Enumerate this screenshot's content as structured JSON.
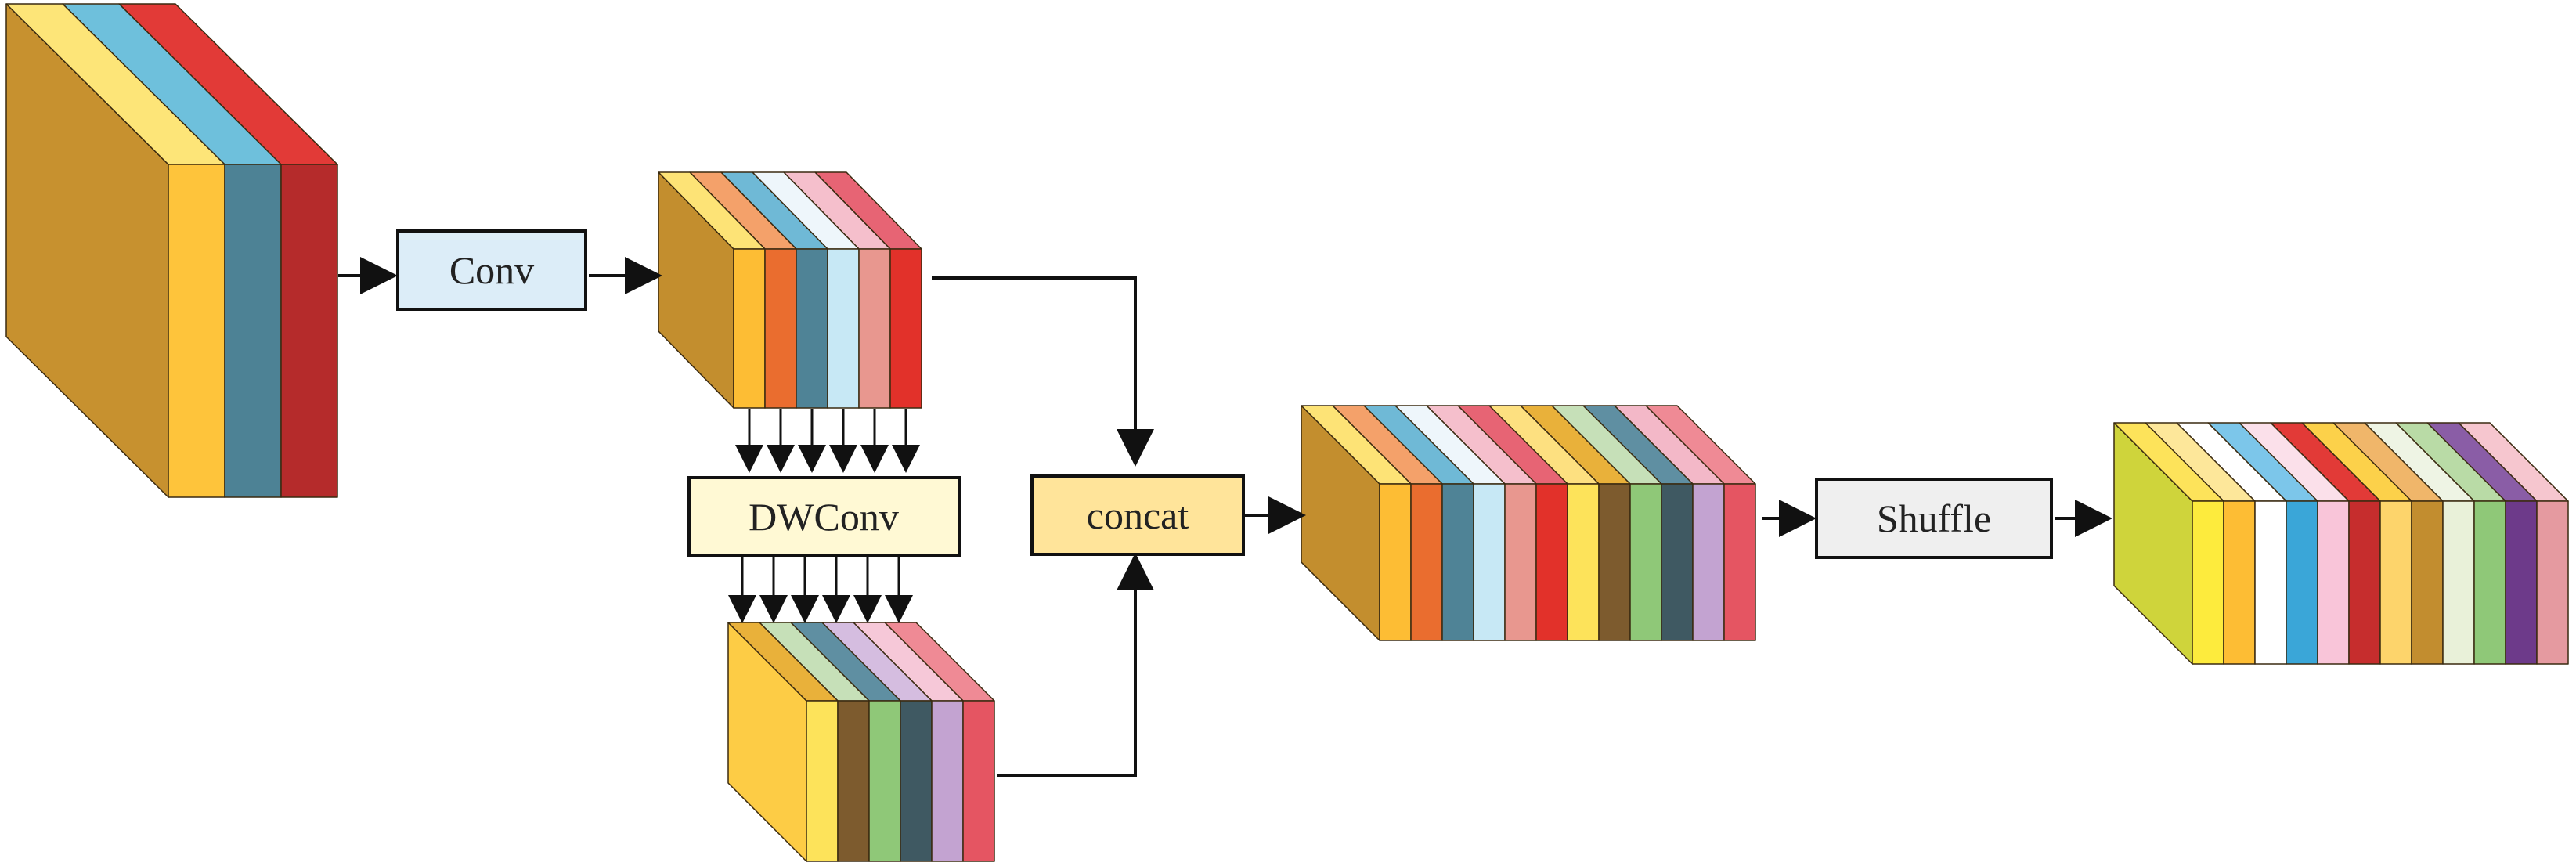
{
  "labels": {
    "conv": "Conv",
    "dwconv": "DWConv",
    "concat": "concat",
    "shuffle": "Shuffle"
  },
  "colors": {
    "conv_fill": "#dcedf8",
    "dwconv_fill": "#fff9d4",
    "concat_fill": "#ffe49a",
    "shuffle_fill": "#efefef",
    "line": "#111111"
  },
  "blocks": {
    "input": {
      "side": "#c7912f",
      "channels": [
        "#fec43b",
        "#4d8295",
        "#b52b2b"
      ],
      "top_channels": [
        "#fde578",
        "#6ec0dc",
        "#e23a37"
      ]
    },
    "conv_out": {
      "side": "#c38e2e",
      "channels": [
        "#fdbd34",
        "#ea6d2f",
        "#4f8396",
        "#c7e8f5",
        "#e8978f",
        "#e2312a"
      ],
      "top_channels": [
        "#fde376",
        "#f4a16a",
        "#6fb9d6",
        "#eef6fb",
        "#f5bfcc",
        "#e76474"
      ]
    },
    "dw_out": {
      "side": "#fdcc45",
      "channels": [
        "#fde35a",
        "#7d5b2e",
        "#8fc878",
        "#3f5962",
        "#c3a3d1",
        "#e55562"
      ],
      "top_channels": [
        "#e9b13a",
        "#c6e0b8",
        "#5f8fa2",
        "#d5bde0",
        "#f6c8d8",
        "#ef8a95"
      ]
    },
    "concat_out": {
      "side": "#c38e2e",
      "channels": [
        "#fdbd34",
        "#ea6d2f",
        "#4f8396",
        "#c7e8f5",
        "#e8978f",
        "#e2312a",
        "#fde35a",
        "#7d5b2e",
        "#8fc878",
        "#3f5962",
        "#c3a3d1",
        "#e55562"
      ],
      "top_channels": [
        "#fde376",
        "#f4a16a",
        "#6fb9d6",
        "#eef6fb",
        "#f5bfcc",
        "#e76474",
        "#fde080",
        "#e9b13a",
        "#c6e0b8",
        "#5f8fa2",
        "#f3b8c8",
        "#ef8a95"
      ]
    },
    "shuffle_out": {
      "side": "#cfd43b",
      "channels": [
        "#fdeb3d",
        "#fdbd34",
        "#ffffff",
        "#3aa6d8",
        "#f9c5d9",
        "#c62d2d",
        "#fdd46b",
        "#c28d2f",
        "#e9f1d9",
        "#8fc878",
        "#6d3a8a",
        "#e59aa0"
      ],
      "top_channels": [
        "#fde35a",
        "#fde79a",
        "#ffffff",
        "#7cc6ea",
        "#fbe0ea",
        "#e23a37",
        "#fcd14a",
        "#f0b66a",
        "#eef4e4",
        "#b9dba6",
        "#8a5da6",
        "#f6c6cf"
      ]
    }
  }
}
